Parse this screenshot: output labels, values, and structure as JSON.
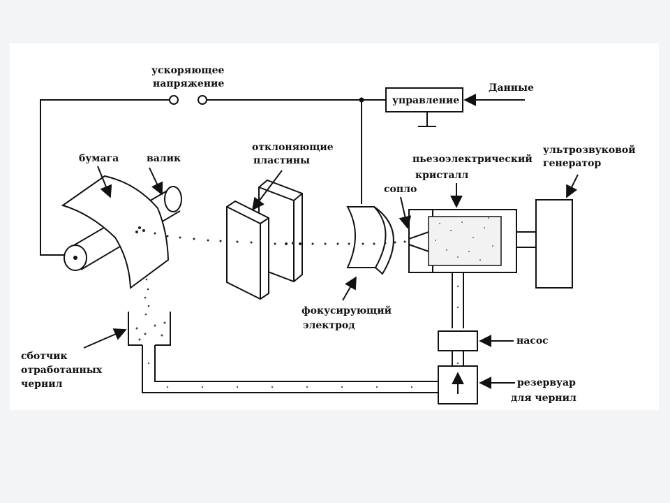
{
  "diagram": {
    "labels": {
      "voltage_line1": "ускоряющее",
      "voltage_line2": "напряжение",
      "control": "управление",
      "data": "Данные",
      "paper": "бумага",
      "roller": "валик",
      "plates_line1": "отклоняющие",
      "plates_line2": "пластины",
      "piezo_line1": "пьезоэлектрический",
      "piezo_line2": "кристалл",
      "generator_line1": "ультрозвуковой",
      "generator_line2": "генератор",
      "nozzle": "сопло",
      "electrode_line1": "фокусирующий",
      "electrode_line2": "электрод",
      "pump": "насос",
      "reservoir_line1": "резервуар",
      "reservoir_line2": "для чернил",
      "collector_line1": "сботчик",
      "collector_line2": "отработанных",
      "collector_line3": "чернил"
    }
  }
}
